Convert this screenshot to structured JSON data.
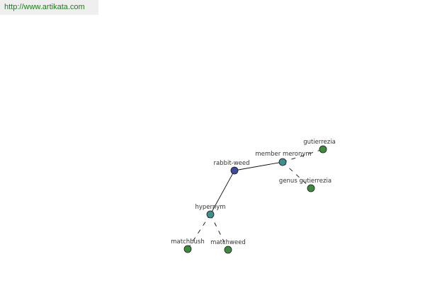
{
  "header": {
    "url": "http://www.artikata.com"
  },
  "graph": {
    "nodes": [
      {
        "id": "rabbit-weed",
        "label": "rabbit-weed",
        "role": "center",
        "color": "#3f4a9a"
      },
      {
        "id": "member-meronym",
        "label": "member meronym",
        "role": "relation",
        "color": "#3f8e8e"
      },
      {
        "id": "hypernym",
        "label": "hypernym",
        "role": "relation",
        "color": "#3f8e8e"
      },
      {
        "id": "gutierrezia",
        "label": "gutierrezia",
        "role": "leaf",
        "color": "#3f8a3f"
      },
      {
        "id": "genus-gutierrezia",
        "label": "genus gutierrezia",
        "role": "leaf",
        "color": "#3f8a3f"
      },
      {
        "id": "matchbush",
        "label": "matchbush",
        "role": "leaf",
        "color": "#3f8a3f"
      },
      {
        "id": "matchweed",
        "label": "matchweed",
        "role": "leaf",
        "color": "#3f8a3f"
      }
    ],
    "edges": [
      {
        "from": "rabbit-weed",
        "to": "member-meronym",
        "style": "solid"
      },
      {
        "from": "rabbit-weed",
        "to": "hypernym",
        "style": "solid"
      },
      {
        "from": "member-meronym",
        "to": "gutierrezia",
        "style": "dashed"
      },
      {
        "from": "member-meronym",
        "to": "genus-gutierrezia",
        "style": "dashed"
      },
      {
        "from": "hypernym",
        "to": "matchbush",
        "style": "dashed"
      },
      {
        "from": "hypernym",
        "to": "matchweed",
        "style": "dashed"
      }
    ]
  }
}
